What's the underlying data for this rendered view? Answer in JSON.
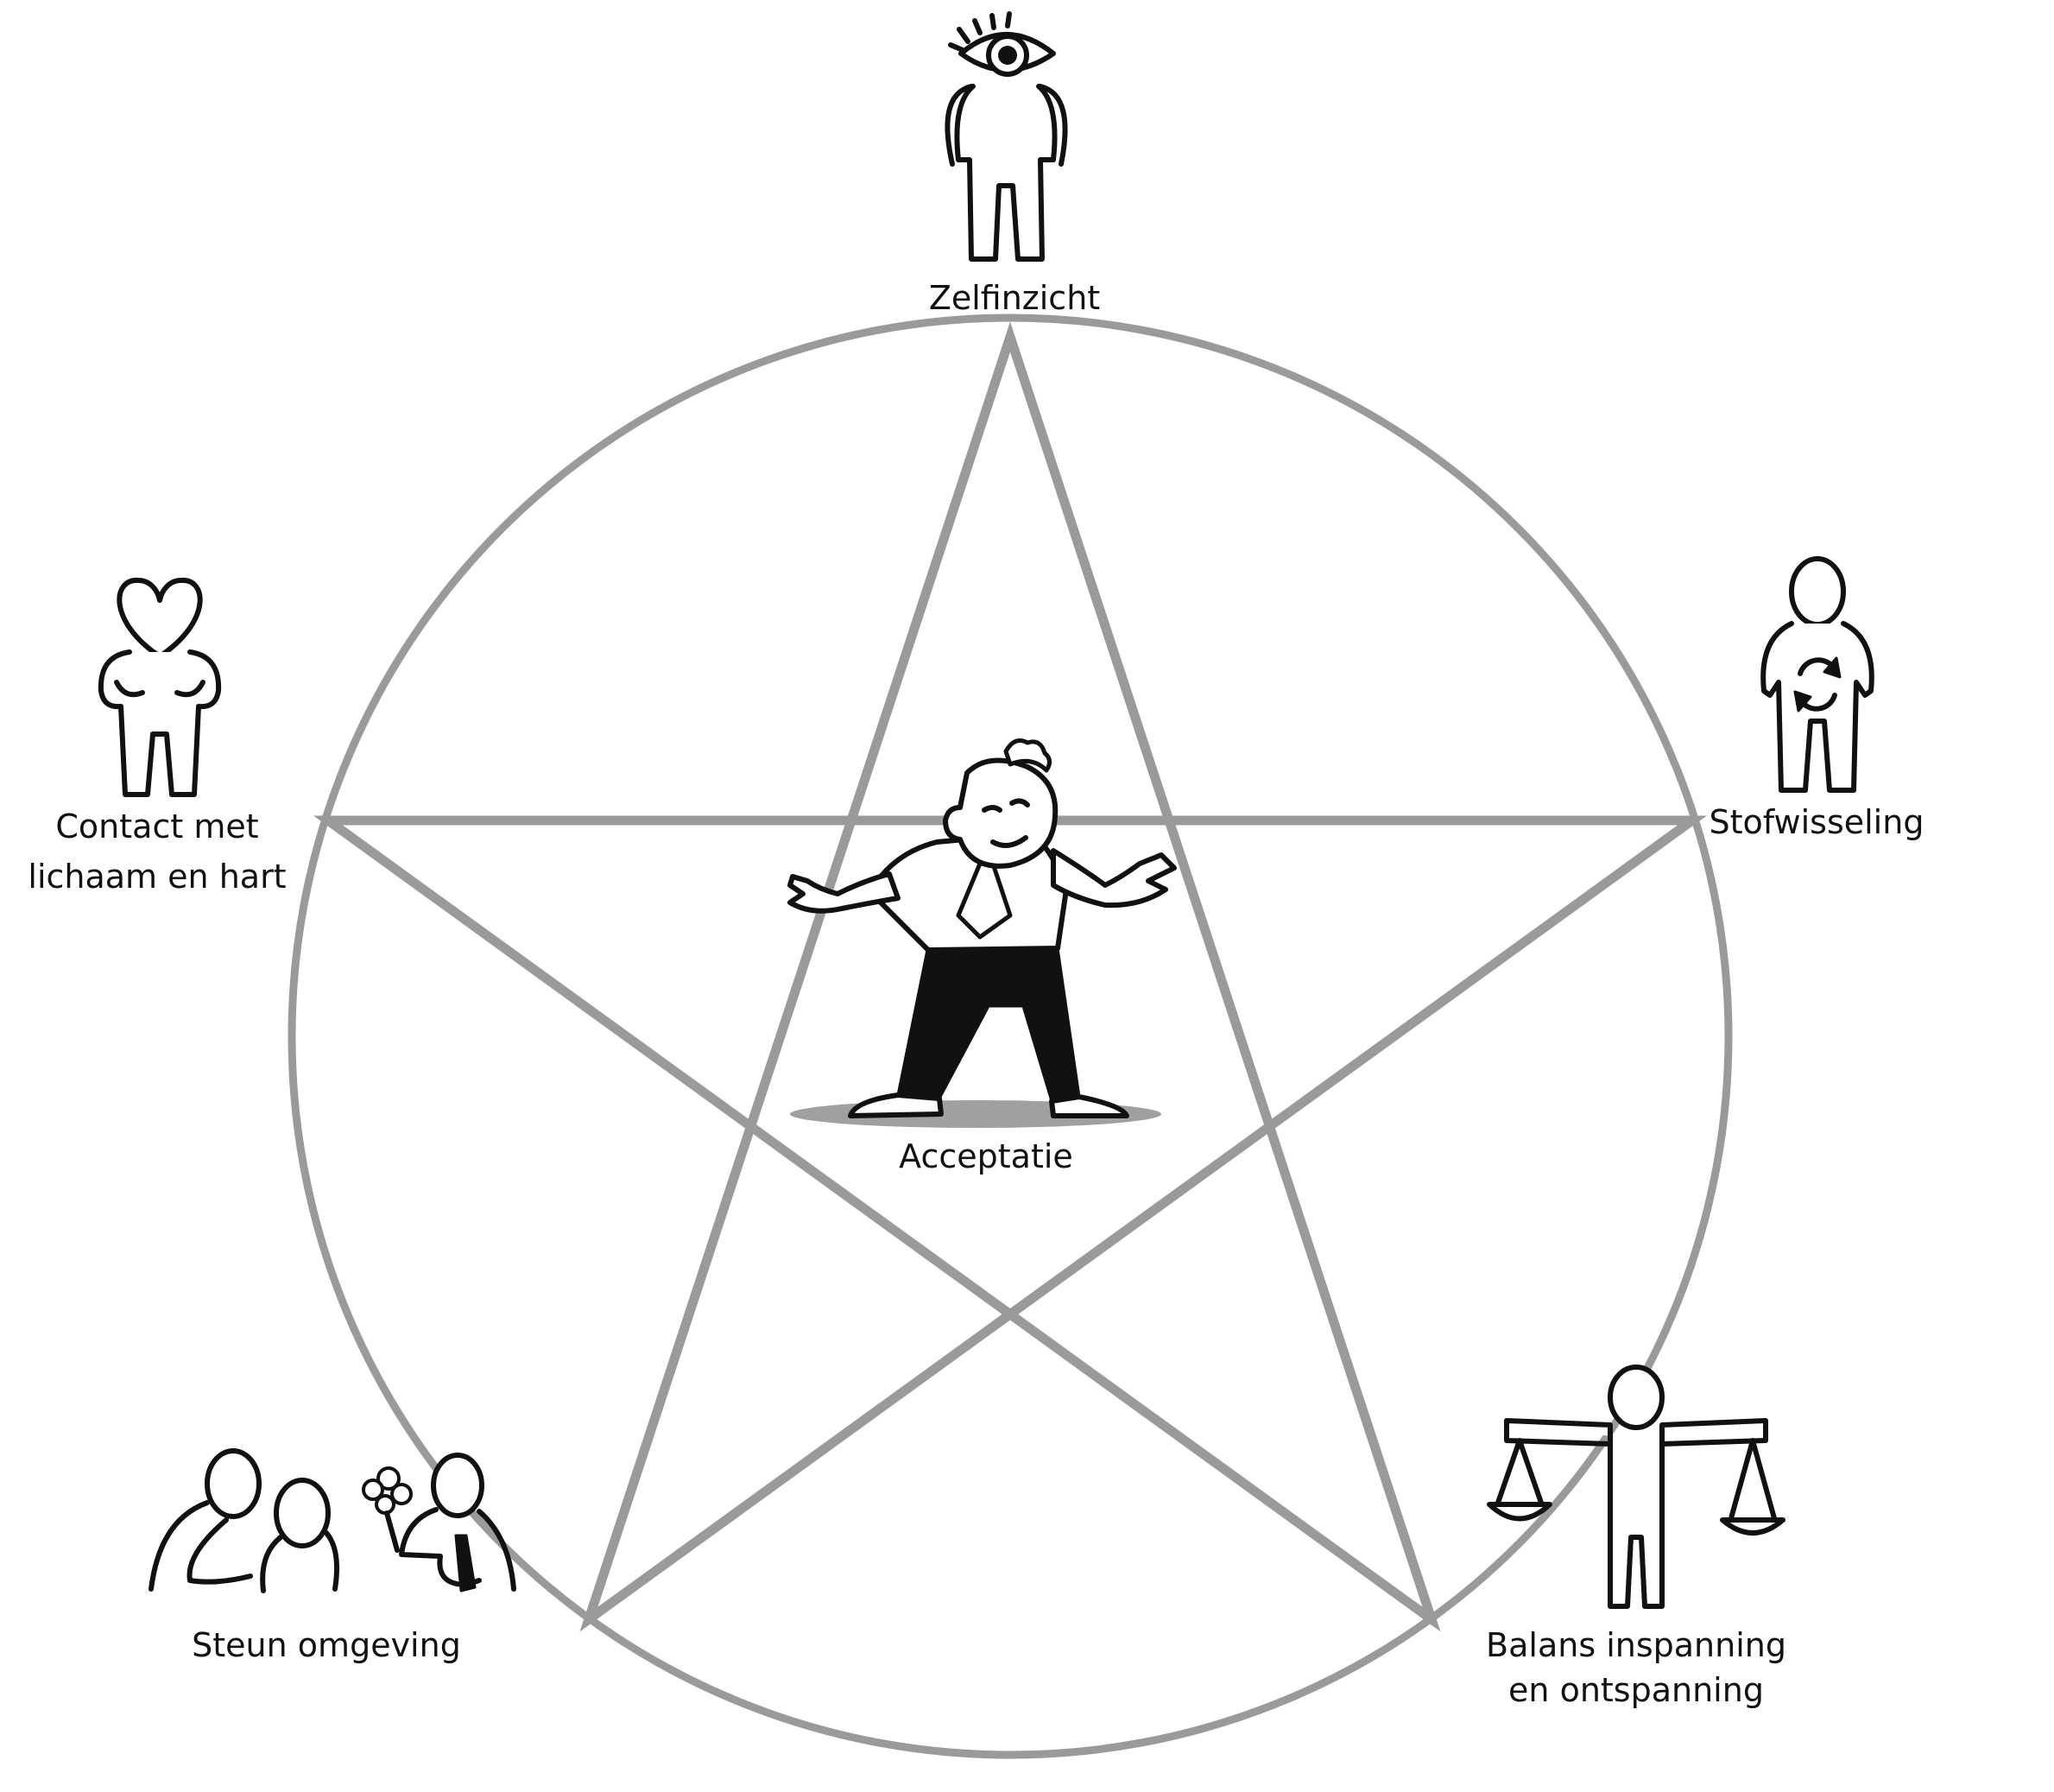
{
  "diagram": {
    "center": {
      "label": "Acceptatie",
      "icon": "accepting-man-icon"
    },
    "nodes": [
      {
        "id": "top",
        "label_lines": [
          "Zelfinzicht"
        ],
        "icon": "eye-head-figure-icon"
      },
      {
        "id": "right",
        "label_lines": [
          "Stofwisseling"
        ],
        "icon": "metabolism-figure-icon"
      },
      {
        "id": "bottom-right",
        "label_lines": [
          "Balans inspanning",
          "en ontspanning"
        ],
        "icon": "balance-scale-figure-icon"
      },
      {
        "id": "bottom-left",
        "label_lines": [
          "Steun omgeving"
        ],
        "icon": "support-people-icon"
      },
      {
        "id": "left",
        "label_lines": [
          "Contact met",
          "lichaam en hart"
        ],
        "icon": "heart-head-figure-icon"
      }
    ],
    "colors": {
      "lines": "#9a9a9a",
      "ink": "#111111",
      "background": "#ffffff"
    }
  }
}
